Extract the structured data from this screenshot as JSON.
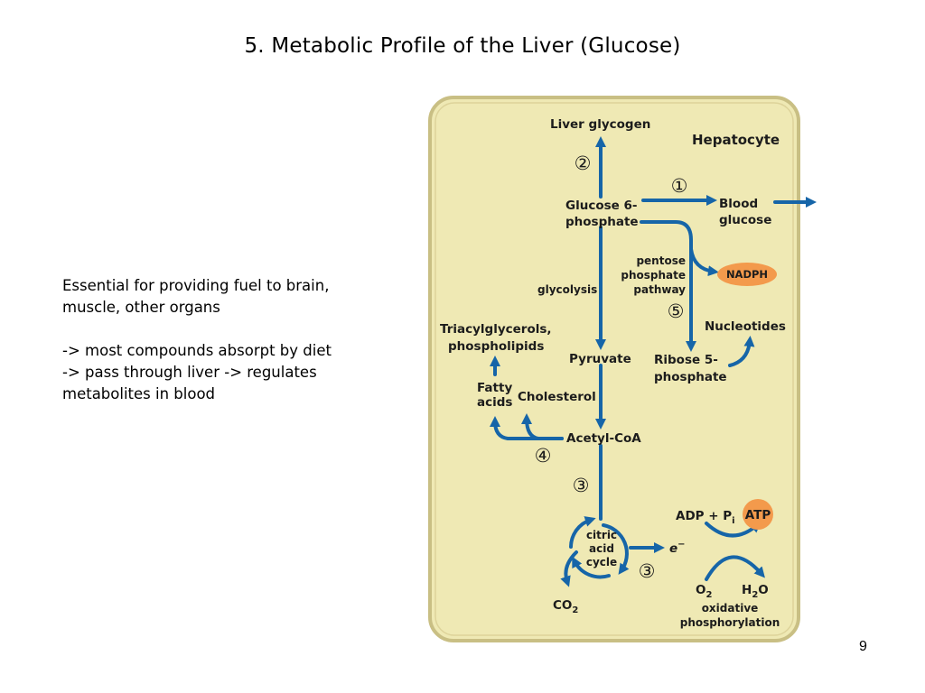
{
  "slide": {
    "title": "5. Metabolic Profile of the Liver (Glucose)",
    "body": [
      "Essential for providing fuel to brain,",
      "muscle, other organs",
      "-> most compounds absorpt by diet",
      "-> pass through liver -> regulates",
      "metabolites in blood"
    ],
    "page_number": "9"
  },
  "diagram": {
    "cell_label": "Hepatocyte",
    "nodes": {
      "liver_glycogen": "Liver glycogen",
      "glucose6p_1": "Glucose 6-",
      "glucose6p_2": "phosphate",
      "blood_glucose_1": "Blood",
      "blood_glucose_2": "glucose",
      "nadph": "NADPH",
      "nucleotides": "Nucleotides",
      "ribose5p_1": "Ribose 5-",
      "ribose5p_2": "phosphate",
      "pyruvate": "Pyruvate",
      "tag_1": "Triacylglycerols,",
      "tag_2": "phospholipids",
      "fatty_acids_1": "Fatty",
      "fatty_acids_2": "acids",
      "cholesterol": "Cholesterol",
      "acetyl_coa": "Acetyl-CoA",
      "citric_1": "citric",
      "citric_2": "acid",
      "citric_3": "cycle",
      "co2": "CO",
      "co2_sub": "2",
      "electron": "e",
      "electron_sup": "−",
      "adp_pi": "ADP + P",
      "pi_sub": "i",
      "atp": "ATP",
      "o2": "O",
      "o2_sub": "2",
      "h2o_h": "H",
      "h2o_sub": "2",
      "h2o_o": "O",
      "oxphos_1": "oxidative",
      "oxphos_2": "phosphorylation"
    },
    "pathway_labels": {
      "glycolysis": "glycolysis",
      "pentose_1": "pentose",
      "pentose_2": "phosphate",
      "pentose_3": "pathway"
    },
    "steps": {
      "s1": "①",
      "s2": "②",
      "s3a": "③",
      "s3b": "③",
      "s4": "④",
      "s5": "⑤"
    },
    "colors": {
      "cell_fill": "#efe9b4",
      "cell_border": "#c9bf84",
      "arrow": "#1665a8",
      "highlight": "#f39a4c"
    }
  }
}
